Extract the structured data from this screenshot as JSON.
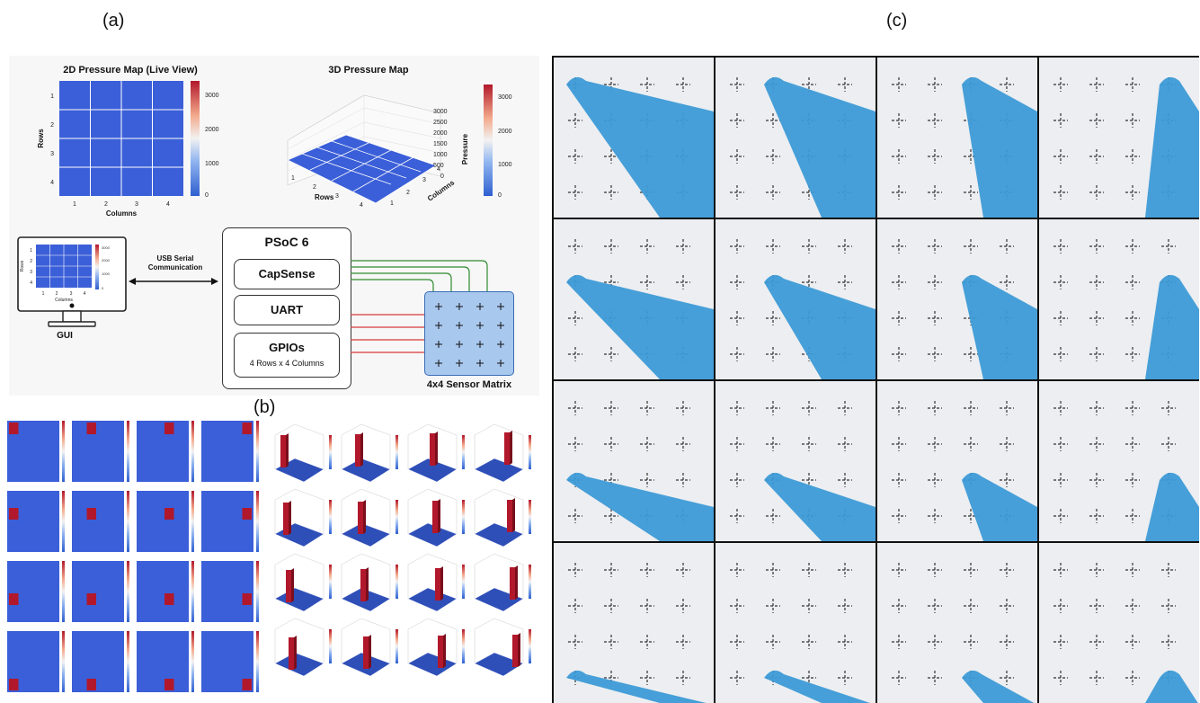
{
  "panel_a_label": "(a)",
  "panel_b_label": "(b)",
  "panel_c_label": "(c)",
  "map2d": {
    "title": "2D Pressure Map (Live View)",
    "xlabel": "Columns",
    "ylabel": "Rows",
    "xticks": [
      "1",
      "2",
      "3",
      "4"
    ],
    "yticks": [
      "1",
      "2",
      "3",
      "4"
    ],
    "cbar_ticks": [
      "3000",
      "2000",
      "1000",
      "0"
    ]
  },
  "map3d": {
    "title": "3D Pressure Map",
    "rows_label": "Rows",
    "cols_label": "Columns",
    "z_label": "Pressure",
    "row_ticks": [
      "1",
      "2",
      "3",
      "4"
    ],
    "col_ticks": [
      "1",
      "2",
      "3",
      "4"
    ],
    "z_ticks": [
      "3000",
      "2500",
      "2000",
      "1500",
      "1000",
      "500",
      "0"
    ],
    "cbar_ticks": [
      "3000",
      "2000",
      "1000",
      "0"
    ]
  },
  "system": {
    "gui_label": "GUI",
    "link_label_1": "USB Serial",
    "link_label_2": "Communication",
    "psoc_title": "PSoC 6",
    "capsense": "CapSense",
    "uart": "UART",
    "gpios": "GPIOs",
    "gpios_sub": "4 Rows x 4 Columns",
    "matrix_label": "4x4 Sensor Matrix",
    "mini_xlabel": "Columns",
    "mini_ylabel": "Rows",
    "mini_ticks": [
      "1",
      "2",
      "3",
      "4"
    ],
    "mini_cbar_ticks": [
      "3000",
      "2000",
      "1000",
      "0"
    ]
  },
  "colors": {
    "low": "#3b5fd8",
    "high": "#b2182b",
    "green_wire": "#2e8b2e",
    "red_wire": "#d83a3a",
    "matrix_fill": "#a9c8ee",
    "glove": "#3d9ad6"
  },
  "chart_data": [
    {
      "type": "heatmap",
      "title": "2D Pressure Map (Live View)",
      "xlabel": "Columns",
      "ylabel": "Rows",
      "x": [
        1,
        2,
        3,
        4
      ],
      "y": [
        1,
        2,
        3,
        4
      ],
      "values": [
        [
          0,
          0,
          0,
          0
        ],
        [
          0,
          0,
          0,
          0
        ],
        [
          0,
          0,
          0,
          0
        ],
        [
          0,
          0,
          0,
          0
        ]
      ],
      "colorbar_range": [
        0,
        3200
      ]
    },
    {
      "type": "bar",
      "title": "3D Pressure Map",
      "xlabel": "Rows",
      "ylabel": "Columns",
      "zlabel": "Pressure",
      "values": [
        [
          0,
          0,
          0,
          0
        ],
        [
          0,
          0,
          0,
          0
        ],
        [
          0,
          0,
          0,
          0
        ],
        [
          0,
          0,
          0,
          0
        ]
      ],
      "zlim": [
        0,
        3000
      ]
    }
  ],
  "panel_b": {
    "grid_rows": 4,
    "grid_cols": 4,
    "active_cells": [
      {
        "row": 1,
        "col": 1
      },
      {
        "row": 1,
        "col": 2
      },
      {
        "row": 1,
        "col": 3
      },
      {
        "row": 1,
        "col": 4
      },
      {
        "row": 2,
        "col": 1
      },
      {
        "row": 2,
        "col": 2
      },
      {
        "row": 2,
        "col": 3
      },
      {
        "row": 2,
        "col": 4
      },
      {
        "row": 3,
        "col": 1
      },
      {
        "row": 3,
        "col": 2
      },
      {
        "row": 3,
        "col": 3
      },
      {
        "row": 3,
        "col": 4
      },
      {
        "row": 4,
        "col": 1
      },
      {
        "row": 4,
        "col": 2
      },
      {
        "row": 4,
        "col": 3
      },
      {
        "row": 4,
        "col": 4
      }
    ]
  }
}
